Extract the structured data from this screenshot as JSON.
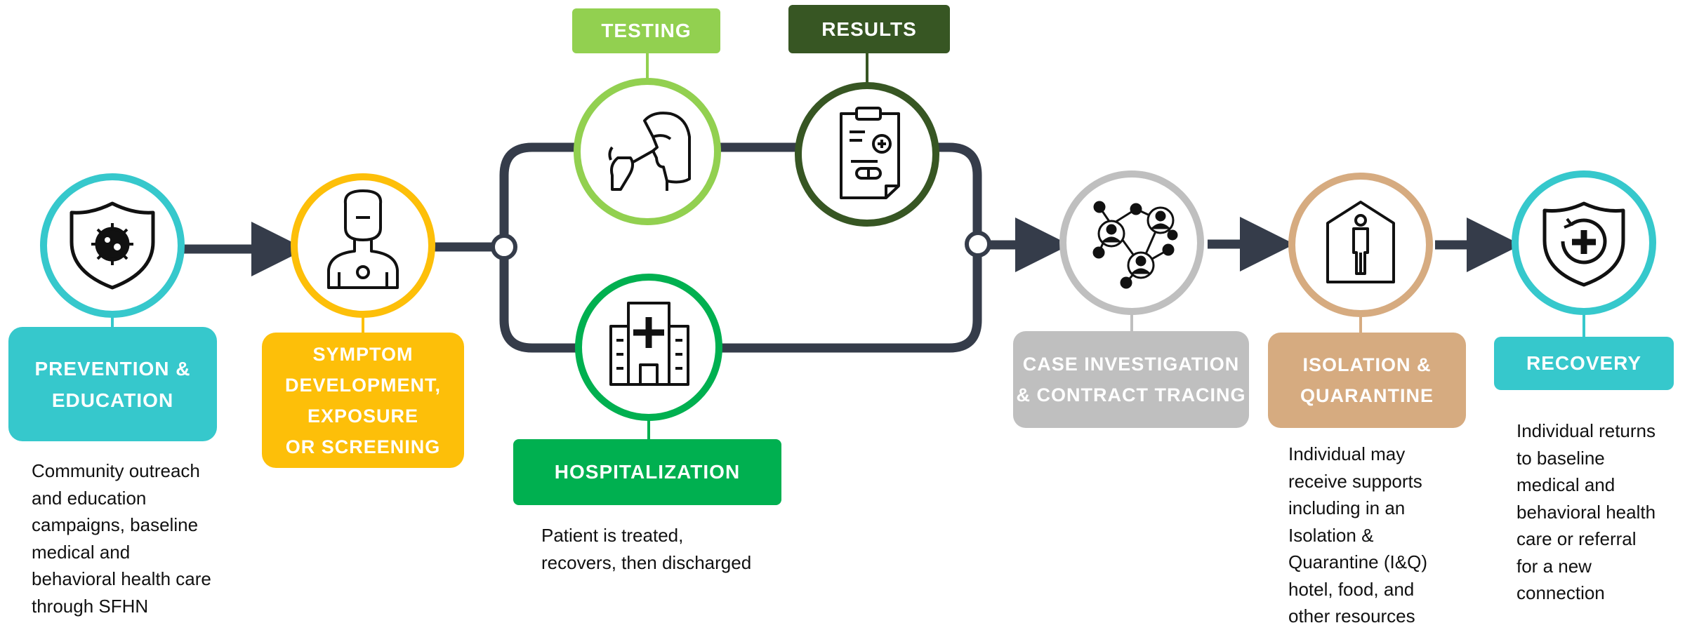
{
  "colors": {
    "connector": "#353c4a",
    "prevention": "#36c8cc",
    "symptom": "#fdbf09",
    "testing": "#92d050",
    "results": "#375623",
    "hospitalization": "#00b050",
    "case": "#bfbfbf",
    "isolation": "#d6ab80",
    "recovery": "#36c8cc"
  },
  "stages": {
    "prevention": {
      "label": "PREVENTION &\nEDUCATION",
      "icon": "virus-shield-icon",
      "description": "Community outreach\nand education\ncampaigns,  baseline\nmedical and\nbehavioral health care\nthrough SFHN"
    },
    "symptom": {
      "label": "SYMPTOM\nDEVELOPMENT,\nEXPOSURE\nOR SCREENING",
      "icon": "sick-person-icon"
    },
    "testing": {
      "label": "TESTING",
      "icon": "nasal-swab-icon"
    },
    "results": {
      "label": "RESULTS",
      "icon": "clipboard-icon"
    },
    "hospitalization": {
      "label": "HOSPITALIZATION",
      "icon": "hospital-icon",
      "description": "Patient is treated,\nrecovers, then discharged"
    },
    "case": {
      "label": "CASE INVESTIGATION\n& CONTRACT TRACING",
      "icon": "network-people-icon"
    },
    "isolation": {
      "label": "ISOLATION &\nQUARANTINE",
      "icon": "person-in-house-icon",
      "description": "Individual may\nreceive supports\nincluding in an\nIsolation &\nQuarantine (I&Q)\nhotel, food, and\nother resources"
    },
    "recovery": {
      "label": "RECOVERY",
      "icon": "shield-plus-icon",
      "description": "Individual returns\nto baseline\nmedical and\nbehavioral health\ncare or referral\nfor a new\nconnection"
    }
  }
}
